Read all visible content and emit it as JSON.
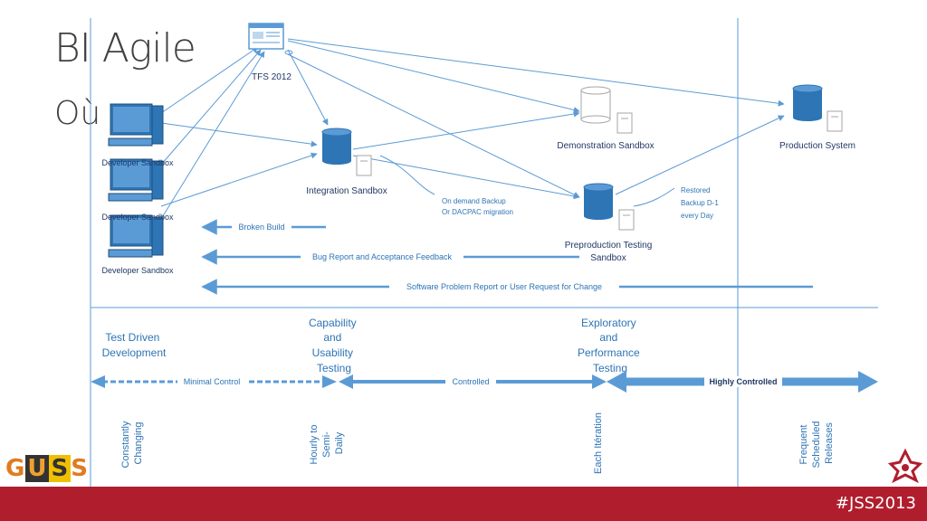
{
  "slide": {
    "title": "BI Agile",
    "subtitle": "Où",
    "hashtag": "#JSS2013",
    "logo": [
      "G",
      "U",
      "S",
      "S"
    ]
  },
  "diagram": {
    "nodes": {
      "tfs": "TFS 2012",
      "developer_1": "Developer Sandbox",
      "developer_2": "Developer Sandbox",
      "developer_3": "Developer Sandbox",
      "integration": "Integration Sandbox",
      "demonstration": "Demonstration Sandbox",
      "preproduction_1": "Preproduction Testing",
      "preproduction_2": "Sandbox",
      "production": "Production System"
    },
    "notes": {
      "on_demand_1": "On demand Backup",
      "on_demand_2": "Or DACPAC migration",
      "restored_1": "Restored",
      "restored_2": "Backup D-1",
      "restored_3": "every Day"
    },
    "feedback": {
      "broken_build": "Broken Build",
      "bug_report": "Bug Report and Acceptance Feedback",
      "software_problem": "Software Problem Report or User Request for Change"
    },
    "phases": {
      "tdd": [
        "Test Driven",
        "Development"
      ],
      "capability": [
        "Capability",
        "and",
        "Usability",
        "Testing"
      ],
      "exploratory": [
        "Exploratory",
        "and",
        "Performance",
        "Testing"
      ]
    },
    "control": {
      "minimal": "Minimal Control",
      "controlled": "Controlled",
      "highly": "Highly Controlled"
    },
    "frequency": {
      "f1": [
        "Constantly",
        "Changing"
      ],
      "f2": [
        "Hourly to",
        "Semi-",
        "Daily"
      ],
      "f3": [
        "Each Itération"
      ],
      "f4": [
        "Frequent",
        "Scheduled",
        "Releases"
      ]
    },
    "colors": {
      "line": "#5b9bd5",
      "text": "#2e74b5",
      "dark": "#1f3864",
      "footer": "#b01e2d"
    }
  }
}
